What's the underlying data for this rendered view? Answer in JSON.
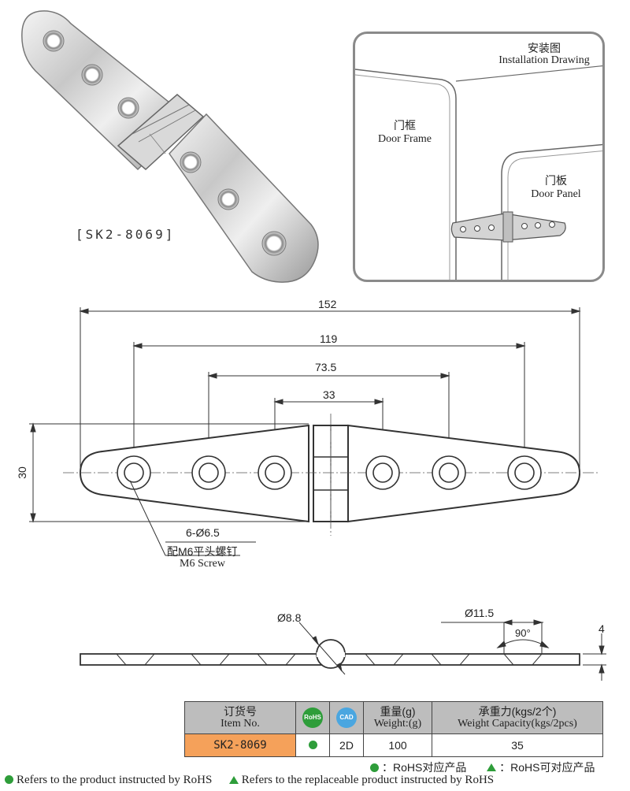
{
  "product": {
    "model_label": "[SK2-8069]"
  },
  "install": {
    "title_cn": "安装图",
    "title_en": "Installation Drawing",
    "frame_cn": "门框",
    "frame_en": "Door Frame",
    "panel_cn": "门板",
    "panel_en": "Door Panel"
  },
  "dimensions": {
    "overall": "152",
    "outer_holes": "119",
    "mid_holes": "73.5",
    "inner_holes": "33",
    "height": "30",
    "hole_spec": "6-Ø6.5",
    "screw_cn": "配M6平头螺钉",
    "screw_en": "M6 Screw",
    "knuckle_dia": "Ø8.8",
    "countersink_dia": "Ø11.5",
    "countersink_angle": "90°",
    "thickness": "4"
  },
  "table": {
    "item_cn": "订货号",
    "item_en": "Item No.",
    "rohs_icon_label": "RoHS",
    "cad_icon_label": "CAD",
    "weight_cn": "重量(g)",
    "weight_en": "Weight:(g)",
    "capacity_cn": "承重力(kgs/2个)",
    "capacity_en": "Weight Capacity(kgs/2pcs)",
    "rows": [
      {
        "item": "SK2-8069",
        "cad": "2D",
        "weight": "100",
        "capacity": "35"
      }
    ]
  },
  "legend": {
    "rohs_cn": "：RoHS对应产品",
    "replaceable_cn": "：RoHS可对应产品",
    "rohs_en": "Refers to the product instructed by RoHS",
    "replaceable_en": "Refers to the replaceable product instructed by RoHS"
  },
  "colors": {
    "rohs_green": "#2e9d3a",
    "order_orange": "#f5a15a",
    "header_gray": "#bdbdbd",
    "cad_blue": "#4aa6e0"
  }
}
